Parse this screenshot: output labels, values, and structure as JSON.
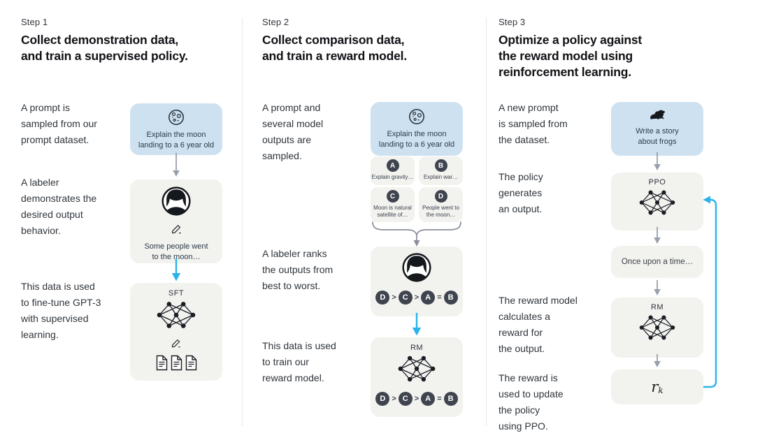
{
  "steps": [
    {
      "label": "Step 1",
      "title": "Collect demonstration data,\nand train a supervised policy.",
      "captions": [
        "A prompt is\nsampled from our\nprompt dataset.",
        "A labeler\ndemonstrates the\ndesired output\nbehavior.",
        "This data is used\nto fine-tune GPT-3\nwith supervised\nlearning."
      ],
      "prompt": "Explain the moon\nlanding to a 6 year old",
      "labeler_text": "Some people went\nto the moon…",
      "model": "SFT"
    },
    {
      "label": "Step 2",
      "title": "Collect comparison data,\nand train a reward model.",
      "captions": [
        "A prompt and\nseveral model\noutputs are\nsampled.",
        "A labeler ranks\nthe outputs from\nbest to worst.",
        "This data is used\nto train our\nreward model."
      ],
      "prompt": "Explain the moon\nlanding to a 6 year old",
      "answers": [
        {
          "letter": "A",
          "text": "Explain gravity…"
        },
        {
          "letter": "B",
          "text": "Explain war…"
        },
        {
          "letter": "C",
          "text": "Moon is natural\nsatellite of…"
        },
        {
          "letter": "D",
          "text": "People went to\nthe moon…"
        }
      ],
      "ranking": [
        "D",
        ">",
        "C",
        ">",
        "A",
        "=",
        "B"
      ],
      "model": "RM"
    },
    {
      "label": "Step 3",
      "title": "Optimize a policy against\nthe reward model using\nreinforcement learning.",
      "captions": [
        "A new prompt\nis sampled from\nthe dataset.",
        "The policy\ngenerates\nan output.",
        "The reward model\ncalculates a\nreward for\nthe output.",
        "The reward is\nused to update\nthe policy\nusing PPO."
      ],
      "prompt": "Write a story\nabout frogs",
      "policy": "PPO",
      "output": "Once upon a time…",
      "model": "RM",
      "reward_base": "r",
      "reward_sub": "k"
    }
  ],
  "colors": {
    "prompt_box_bg": "#cde1f0",
    "panel_bg": "#f2f2ef",
    "arrow_gray": "#9aa0ab",
    "arrow_blue": "#2ab3ea",
    "chip_bg": "#3f444e",
    "ink": "#1b1e23"
  }
}
